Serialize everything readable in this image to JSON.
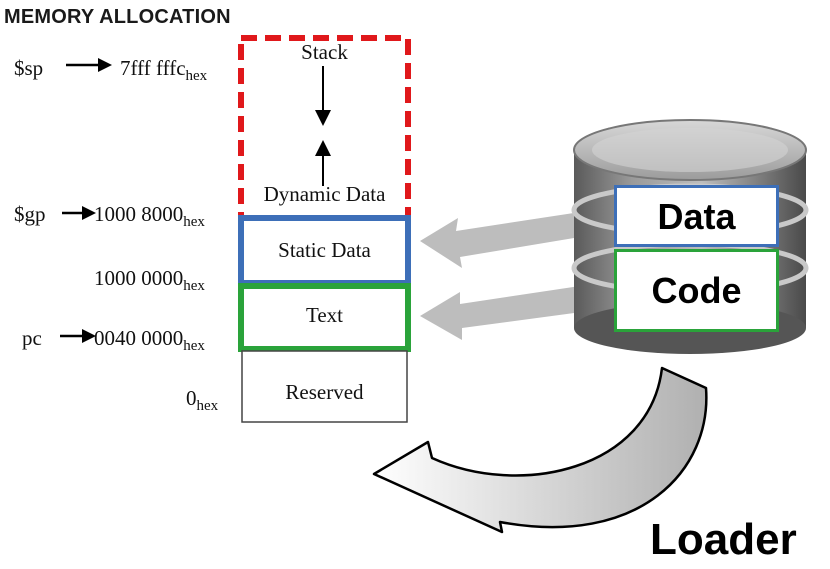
{
  "title": "MEMORY ALLOCATION",
  "registers": [
    {
      "name": "$sp",
      "addr": "7fff fffc",
      "sub": "hex"
    },
    {
      "name": "$gp",
      "addr": "1000 8000",
      "sub": "hex"
    },
    {
      "name": "",
      "addr": "1000 0000",
      "sub": "hex"
    },
    {
      "name": "pc",
      "addr": "0040 0000",
      "sub": "hex"
    },
    {
      "name": "",
      "addr": "0",
      "sub": "hex"
    }
  ],
  "segments": {
    "stack": "Stack",
    "dynamic": "Dynamic Data",
    "static": "Static Data",
    "text": "Text",
    "reserved": "Reserved"
  },
  "disk": {
    "data_label": "Data",
    "code_label": "Code"
  },
  "loader_label": "Loader",
  "colors": {
    "stack_dashed": "#e0181b",
    "static_border": "#3d6fb8",
    "text_border": "#2aa33a",
    "arrow_gray": "#bdbdbd",
    "disk_gray": "#8a8a8a"
  }
}
